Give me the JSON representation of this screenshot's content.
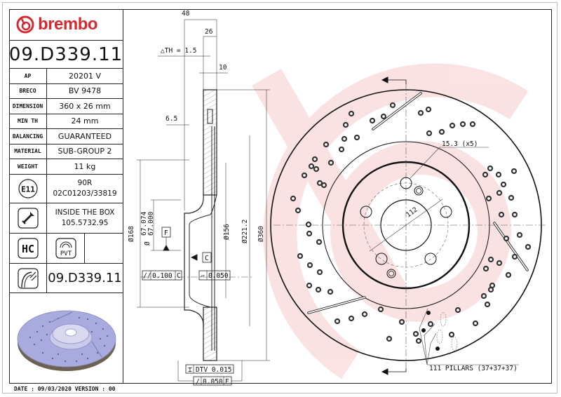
{
  "brand": {
    "name": "brembo",
    "color": "#d42b30"
  },
  "part_number": "09.D339.11",
  "specs": [
    {
      "key": "AP",
      "value": "20201 V"
    },
    {
      "key": "BRECO",
      "value": "BV 9478"
    },
    {
      "key": "DIMENSION",
      "value": "360 x 26 mm"
    },
    {
      "key": "MIN TH",
      "value": "24 mm"
    },
    {
      "key": "BALANCING",
      "value": "GUARANTEED"
    },
    {
      "key": "MATERIAL",
      "value": "SUB-GROUP 2"
    },
    {
      "key": "WEIGHT",
      "value": "11 kg"
    }
  ],
  "approval": {
    "icon_label": "E11",
    "line1": "90R",
    "line2": "02C01203/33819"
  },
  "hardware": {
    "icon": "screw-icon",
    "line1": "INSIDE THE BOX",
    "line2": "105.5732.95"
  },
  "badges": {
    "hc": "HC",
    "pvt": "PVT"
  },
  "kit": {
    "icon": "disc-pad-icon",
    "part_number": "09.D339.11"
  },
  "footer": {
    "date_line": "DATE : 09/03/2020 VERSION : 00"
  },
  "section_view": {
    "overall_height": "48",
    "thickness": "26",
    "delta_th": "△TH = 1.5",
    "vane": "10",
    "hat_offset": "6.5",
    "dia_168": "Ø168",
    "dia_center_max": "67.074",
    "dia_center_min": "67.000",
    "dia_center_prefix": "Ø",
    "dia_156": "Ø156",
    "dia_221": "Ø221.2",
    "dia_360": "Ø360",
    "datum_f": "F",
    "datum_c": "C",
    "tol_parallel": "0.100",
    "tol_parallel_ref": "C",
    "tol_flat": "0.050",
    "tol_dtv_label": "DTV 0.015",
    "tol_runout": "0.050",
    "tol_runout_ref": "F"
  },
  "front_view": {
    "hole_note": "15.3 (x5)",
    "pcd": "112",
    "pillars_note": "111 PILLARS (37+37+37)"
  }
}
